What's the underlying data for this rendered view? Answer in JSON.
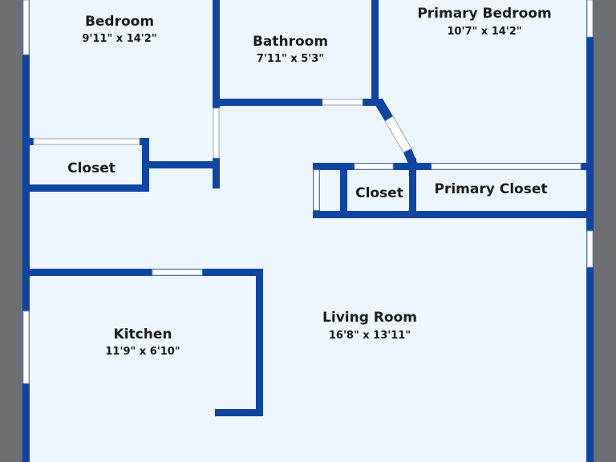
{
  "colors": {
    "background": "#6e6f73",
    "floor": "#eef6fd",
    "wall": "#0f45a0",
    "window": "#ffffff",
    "window_edge": "#9aa4b0",
    "label": "#1a1a1a"
  },
  "rooms": {
    "bedroom": {
      "name": "Bedroom",
      "dims": "9'11\" x 14'2\""
    },
    "bathroom": {
      "name": "Bathroom",
      "dims": "7'11\" x 5'3\""
    },
    "primary_bedroom": {
      "name": "Primary Bedroom",
      "dims": "10'7\" x 14'2\""
    },
    "closet_left": {
      "name": "Closet"
    },
    "closet_mid": {
      "name": "Closet"
    },
    "primary_closet": {
      "name": "Primary Closet"
    },
    "kitchen": {
      "name": "Kitchen",
      "dims": "11'9\" x 6'10\""
    },
    "living_room": {
      "name": "Living Room",
      "dims": "16'8\" x 13'11\""
    }
  }
}
